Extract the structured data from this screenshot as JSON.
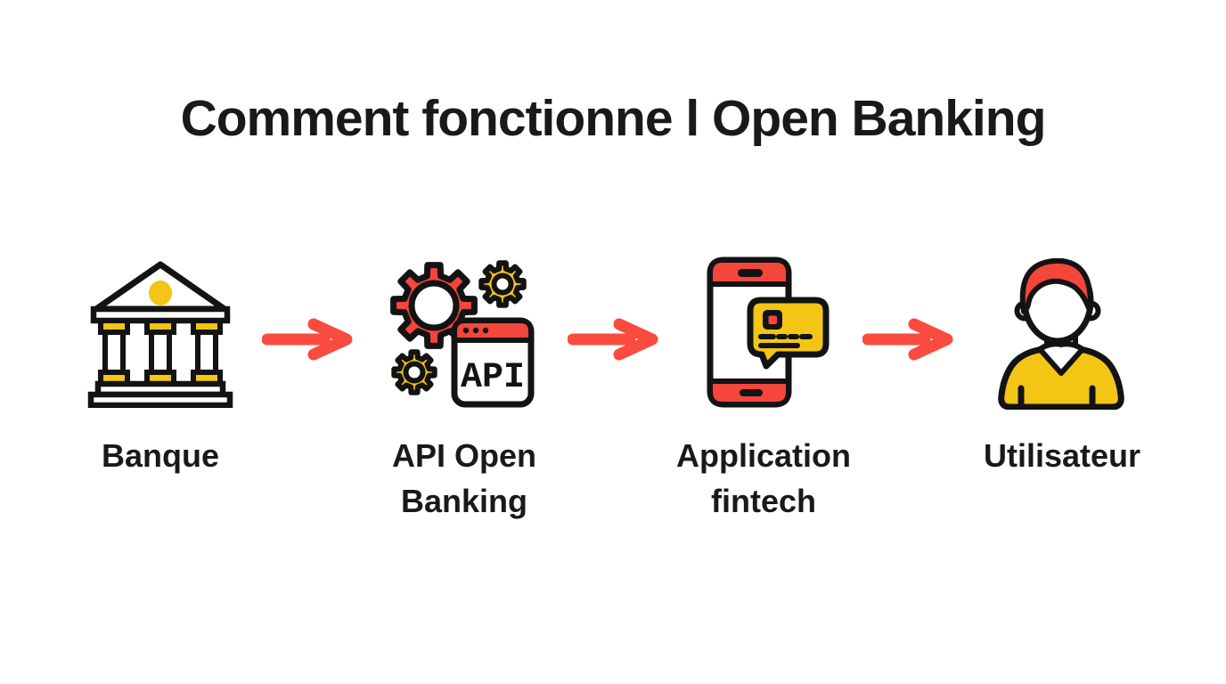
{
  "title": "Comment fonctionne l Open Banking",
  "colors": {
    "background": "#ffffff",
    "text": "#191919",
    "outline": "#131313",
    "red": "#f4463b",
    "arrow": "#f94b3e",
    "yellow": "#f3c515",
    "white": "#ffffff"
  },
  "steps": [
    {
      "label": "Banque",
      "icon": "bank-icon"
    },
    {
      "label": "API Open Banking",
      "icon": "api-open-banking-icon",
      "icon_text": "API"
    },
    {
      "label": "Application fintech",
      "icon": "fintech-app-icon"
    },
    {
      "label": "Utilisateur",
      "icon": "user-icon"
    }
  ],
  "arrows": {
    "count": 3,
    "direction": "right"
  }
}
